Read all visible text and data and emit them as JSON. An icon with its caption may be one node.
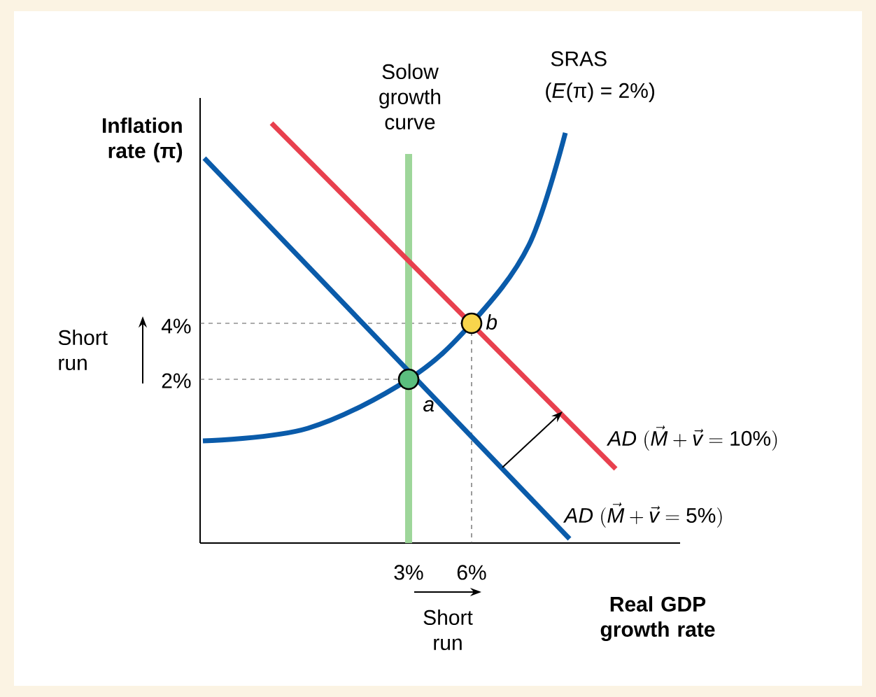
{
  "diagram": {
    "nodes": [
      {
        "text": [
          "a"
        ]
      },
      {
        "text": [
          "b"
        ]
      }
    ],
    "labels": [
      "Inflation rate (π)",
      "Solow growth curve",
      "SRAS",
      "(*E*(π) = 2%)",
      "4%",
      "2%",
      "Short run",
      "\\textit{AD}\\ (\\vec{\\textit{M}} + \\vec{\\textit{v}} = \\textup{10\\%})",
      "\\textit{AD}\\ (\\vec{\\textit{M}} + \\vec{\\textit{v}} = \\textup{5\\%})",
      "3%",
      "6%",
      "Short run",
      "Real GDP growth rate"
    ]
  }
}
